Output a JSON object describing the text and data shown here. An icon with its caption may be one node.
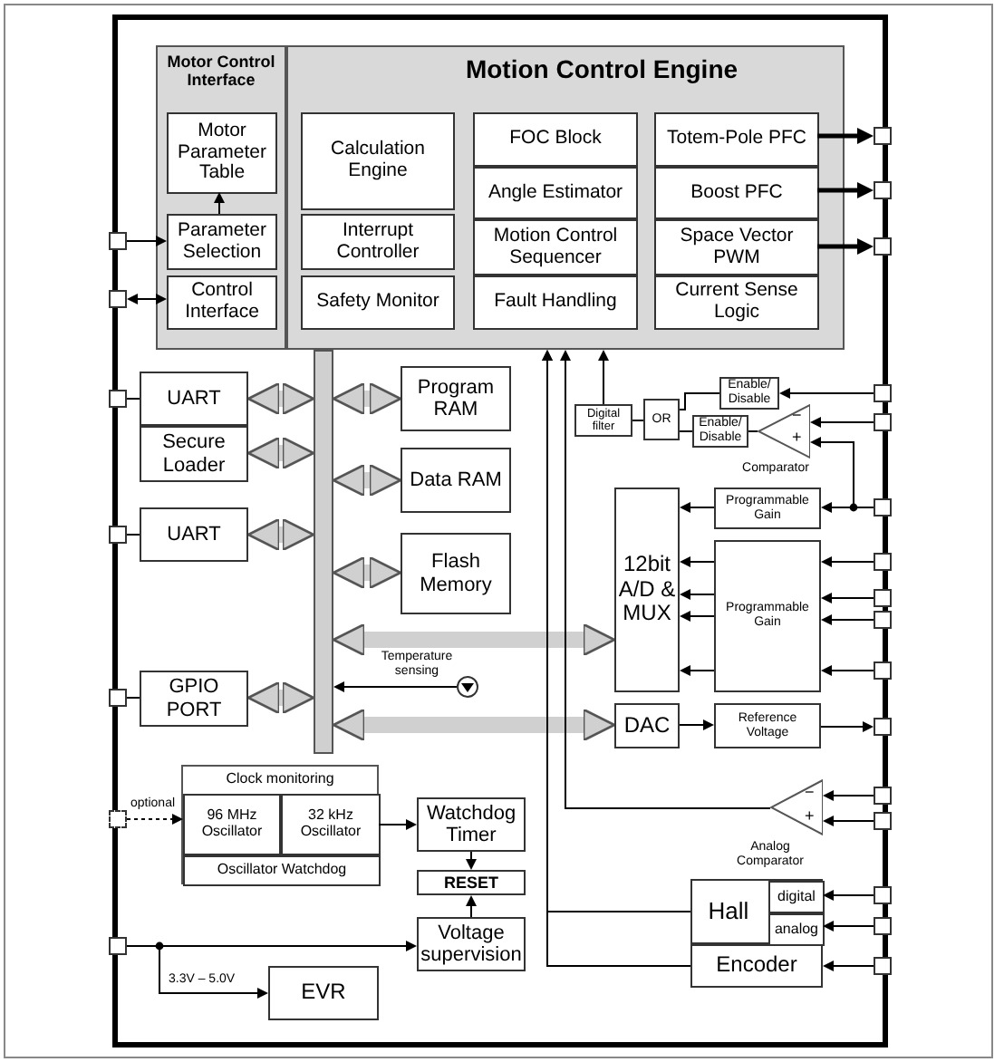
{
  "diagram": {
    "nodes": [
      {
        "text": [
          "Motor Control Interface"
        ]
      },
      {
        "text": [
          "Motor Parameter Table"
        ],
        "in": 0
      },
      {
        "text": [
          "Parameter Selection"
        ],
        "in": 0
      },
      {
        "text": [
          "Control Interface"
        ],
        "in": 0
      },
      {
        "text": [
          "Motion Control Engine"
        ]
      },
      {
        "text": [
          "Calculation Engine"
        ],
        "in": 4
      },
      {
        "text": [
          "Interrupt Controller"
        ],
        "in": 4
      },
      {
        "text": [
          "Safety Monitor"
        ],
        "in": 4
      },
      {
        "text": [
          "FOC Block"
        ],
        "in": 4
      },
      {
        "text": [
          "Angle Estimator"
        ],
        "in": 4
      },
      {
        "text": [
          "Motion Control Sequencer"
        ],
        "in": 4
      },
      {
        "text": [
          "Fault Handling"
        ],
        "in": 4
      },
      {
        "text": [
          "Totem-Pole PFC"
        ],
        "in": 4
      },
      {
        "text": [
          "Boost PFC"
        ],
        "in": 4
      },
      {
        "text": [
          "Space Vector PWM"
        ],
        "in": 4
      },
      {
        "text": [
          "Current Sense Logic"
        ],
        "in": 4
      },
      {
        "text": [
          "UART"
        ]
      },
      {
        "text": [
          "Secure Loader"
        ]
      },
      {
        "text": [
          "UART"
        ]
      },
      {
        "text": [
          "GPIO PORT"
        ]
      },
      {
        "text": [],
        "shape": "bar"
      },
      {
        "text": [
          "Program RAM"
        ]
      },
      {
        "text": [
          "Data RAM"
        ]
      },
      {
        "text": [
          "Flash Memory"
        ]
      },
      {
        "text": [
          "Digital filter"
        ]
      },
      {
        "text": [
          "OR"
        ]
      },
      {
        "text": [
          "Enable/ Disable"
        ]
      },
      {
        "text": [
          "Enable/ Disable"
        ]
      },
      {
        "text": [],
        "shape": "triangle",
        "beside": [
          "Comparator"
        ]
      },
      {
        "text": [
          "Programmable Gain"
        ]
      },
      {
        "text": [
          "12bit A/D & MUX"
        ]
      },
      {
        "text": [
          "Programmable Gain"
        ]
      },
      {
        "text": [],
        "shape": "circle",
        "beside": [
          "Temperature sensing"
        ]
      },
      {
        "text": [
          "DAC"
        ]
      },
      {
        "text": [
          "Reference Voltage"
        ]
      },
      {
        "text": [],
        "shape": "triangle",
        "beside": [
          "Analog Comparator"
        ]
      },
      {
        "text": [
          "Clock monitoring"
        ]
      },
      {
        "text": [
          "96 MHz Oscillator"
        ],
        "in": 36
      },
      {
        "text": [
          "32 kHz Oscillator"
        ],
        "in": 36
      },
      {
        "text": [
          "Oscillator Watchdog"
        ],
        "in": 36
      },
      {
        "text": [
          "Watchdog Timer"
        ]
      },
      {
        "text": [
          "RESET"
        ]
      },
      {
        "text": [
          "Voltage supervision"
        ]
      },
      {
        "text": [
          "EVR"
        ]
      },
      {
        "text": [
          "Hall"
        ]
      },
      {
        "text": [
          "digital"
        ],
        "in": 44
      },
      {
        "text": [
          "analog"
        ],
        "in": 44
      },
      {
        "text": [
          "Encoder"
        ]
      },
      {
        "text": [],
        "shape": "box"
      },
      {
        "text": [],
        "shape": "box"
      },
      {
        "text": [],
        "shape": "box"
      },
      {
        "text": [],
        "shape": "box"
      },
      {
        "text": [],
        "shape": "box"
      },
      {
        "text": [],
        "shape": "box"
      },
      {
        "text": [],
        "shape": "box"
      },
      {
        "text": [],
        "shape": "box"
      },
      {
        "text": [],
        "shape": "box"
      },
      {
        "text": [],
        "shape": "box"
      },
      {
        "text": [],
        "shape": "box"
      },
      {
        "text": [],
        "shape": "box"
      },
      {
        "text": [],
        "shape": "box"
      },
      {
        "text": [],
        "shape": "box"
      },
      {
        "text": [],
        "shape": "box"
      },
      {
        "text": [],
        "shape": "box"
      },
      {
        "text": [],
        "shape": "box"
      },
      {
        "text": [],
        "shape": "box"
      },
      {
        "text": [],
        "shape": "box"
      },
      {
        "text": [],
        "shape": "box"
      },
      {
        "text": [],
        "shape": "box"
      },
      {
        "text": [],
        "shape": "box"
      },
      {
        "text": [],
        "shape": "box"
      }
    ],
    "edges": [
      {
        "from": 48,
        "to": 2,
        "arrow": "to"
      },
      {
        "from": 2,
        "to": 1,
        "arrow": "to"
      },
      {
        "from": 3,
        "to": 49,
        "arrow": "both"
      },
      {
        "from": 12,
        "to": 55,
        "arrow": "to",
        "style": "thick"
      },
      {
        "from": 13,
        "to": 56,
        "arrow": "to",
        "style": "thick"
      },
      {
        "from": 14,
        "to": 57,
        "arrow": "to",
        "style": "thick"
      },
      {
        "from": 50,
        "to": 16,
        "arrow": "none"
      },
      {
        "from": 51,
        "to": 18,
        "arrow": "none"
      },
      {
        "from": 52,
        "to": 19,
        "arrow": "none"
      },
      {
        "from": 16,
        "to": 20,
        "arrow": "both",
        "style": "thick",
        "color": "#d0d0d0"
      },
      {
        "from": 17,
        "to": 20,
        "arrow": "both",
        "style": "thick",
        "color": "#d0d0d0"
      },
      {
        "from": 18,
        "to": 20,
        "arrow": "both",
        "style": "thick",
        "color": "#d0d0d0"
      },
      {
        "from": 19,
        "to": 20,
        "arrow": "both",
        "style": "thick",
        "color": "#d0d0d0"
      },
      {
        "from": 20,
        "to": 21,
        "arrow": "both",
        "style": "thick",
        "color": "#d0d0d0"
      },
      {
        "from": 20,
        "to": 22,
        "arrow": "both",
        "style": "thick",
        "color": "#d0d0d0"
      },
      {
        "from": 20,
        "to": 23,
        "arrow": "both",
        "style": "thick",
        "color": "#d0d0d0"
      },
      {
        "from": 20,
        "to": 30,
        "arrow": "both",
        "style": "thick",
        "color": "#d0d0d0"
      },
      {
        "from": 20,
        "to": 33,
        "arrow": "both",
        "style": "thick",
        "color": "#d0d0d0"
      },
      {
        "from": 32,
        "to": 20,
        "arrow": "to"
      },
      {
        "from": 24,
        "to": 4,
        "arrow": "to"
      },
      {
        "from": 25,
        "to": 24,
        "arrow": "none"
      },
      {
        "from": 26,
        "to": 25,
        "arrow": "none"
      },
      {
        "from": 27,
        "to": 25,
        "arrow": "none"
      },
      {
        "from": 28,
        "to": 27,
        "arrow": "none"
      },
      {
        "from": 58,
        "to": 26,
        "arrow": "to"
      },
      {
        "from": 59,
        "to": 28,
        "arrow": "to"
      },
      {
        "from": 60,
        "to": 28,
        "arrow": "to"
      },
      {
        "from": 60,
        "to": 29,
        "arrow": "to"
      },
      {
        "from": 29,
        "to": 30,
        "arrow": "to"
      },
      {
        "from": 31,
        "to": 30,
        "arrow": "to"
      },
      {
        "from": 31,
        "to": 30,
        "arrow": "to"
      },
      {
        "from": 31,
        "to": 30,
        "arrow": "to"
      },
      {
        "from": 31,
        "to": 30,
        "arrow": "to"
      },
      {
        "from": 61,
        "to": 31,
        "arrow": "to"
      },
      {
        "from": 62,
        "to": 31,
        "arrow": "to"
      },
      {
        "from": 63,
        "to": 31,
        "arrow": "to"
      },
      {
        "from": 64,
        "to": 31,
        "arrow": "to"
      },
      {
        "from": 33,
        "to": 34,
        "arrow": "to"
      },
      {
        "from": 34,
        "to": 65,
        "arrow": "to"
      },
      {
        "from": 66,
        "to": 35,
        "arrow": "to"
      },
      {
        "from": 67,
        "to": 35,
        "arrow": "to"
      },
      {
        "from": 35,
        "to": 4,
        "arrow": "to"
      },
      {
        "from": 53,
        "to": 37,
        "arrow": "to",
        "style": "dashed",
        "label": "optional"
      },
      {
        "from": 38,
        "to": 40,
        "arrow": "to"
      },
      {
        "from": 40,
        "to": 41,
        "arrow": "to"
      },
      {
        "from": 42,
        "to": 41,
        "arrow": "to"
      },
      {
        "from": 54,
        "to": 42,
        "arrow": "to"
      },
      {
        "from": 54,
        "to": 43,
        "arrow": "to",
        "label": "3.3V – 5.0V"
      },
      {
        "from": 68,
        "to": 45,
        "arrow": "to"
      },
      {
        "from": 69,
        "to": 46,
        "arrow": "to"
      },
      {
        "from": 70,
        "to": 47,
        "arrow": "to"
      },
      {
        "from": 44,
        "to": 4,
        "arrow": "to"
      },
      {
        "from": 47,
        "to": 4,
        "arrow": "to"
      }
    ],
    "labels": [
      "−",
      "+",
      "−",
      "+"
    ]
  }
}
